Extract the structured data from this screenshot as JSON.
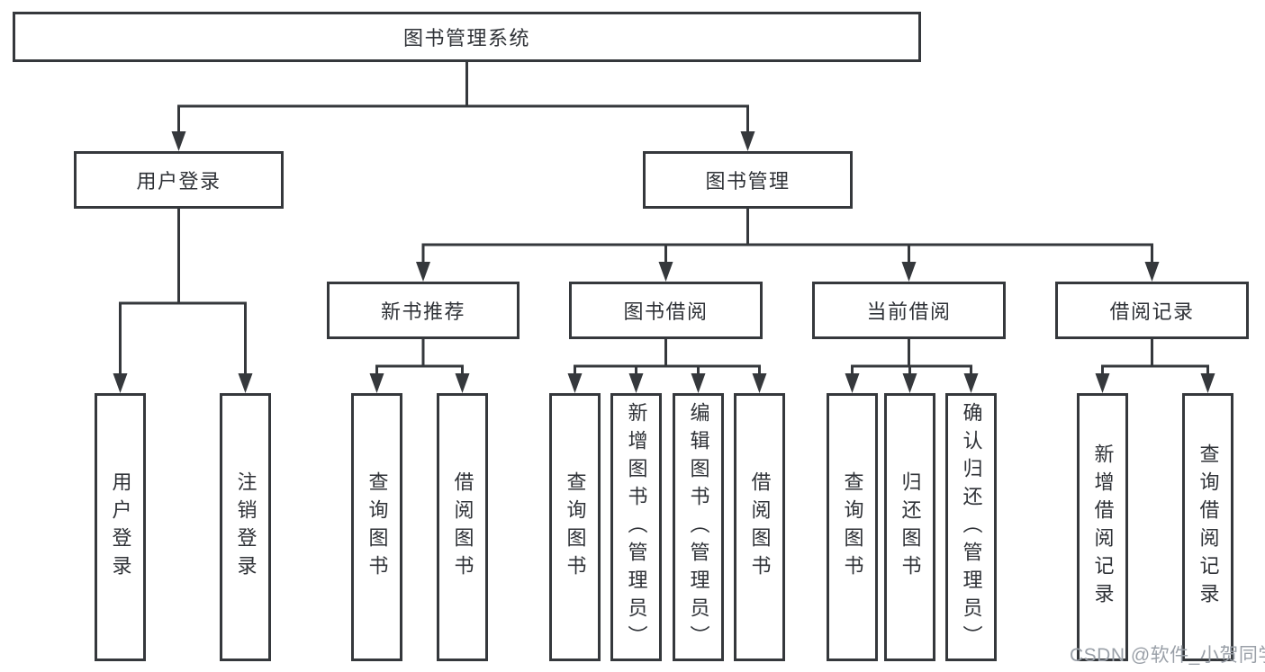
{
  "tree": {
    "root": {
      "label": "图书管理系统",
      "children": [
        {
          "label": "用户登录",
          "children": [
            {
              "label": "用户登录"
            },
            {
              "label": "注销登录"
            }
          ]
        },
        {
          "label": "图书管理",
          "children": [
            {
              "label": "新书推荐",
              "children": [
                {
                  "label": "查询图书"
                },
                {
                  "label": "借阅图书"
                }
              ]
            },
            {
              "label": "图书借阅",
              "children": [
                {
                  "label": "查询图书"
                },
                {
                  "label": "新增图书（管理员）"
                },
                {
                  "label": "编辑图书（管理员）"
                },
                {
                  "label": "借阅图书"
                }
              ]
            },
            {
              "label": "当前借阅",
              "children": [
                {
                  "label": "查询图书"
                },
                {
                  "label": "归还图书"
                },
                {
                  "label": "确认归还（管理员）"
                }
              ]
            },
            {
              "label": "借阅记录",
              "children": [
                {
                  "label": "新增借阅记录"
                },
                {
                  "label": "查询借阅记录"
                }
              ]
            }
          ]
        }
      ]
    }
  },
  "watermark": {
    "text": "CSDN @软件_小贺同学"
  },
  "colors": {
    "line": "#35383c",
    "box_border": "#35383c",
    "text": "#2f3237",
    "watermark": "#9aa0a8",
    "background": "#ffffff"
  }
}
